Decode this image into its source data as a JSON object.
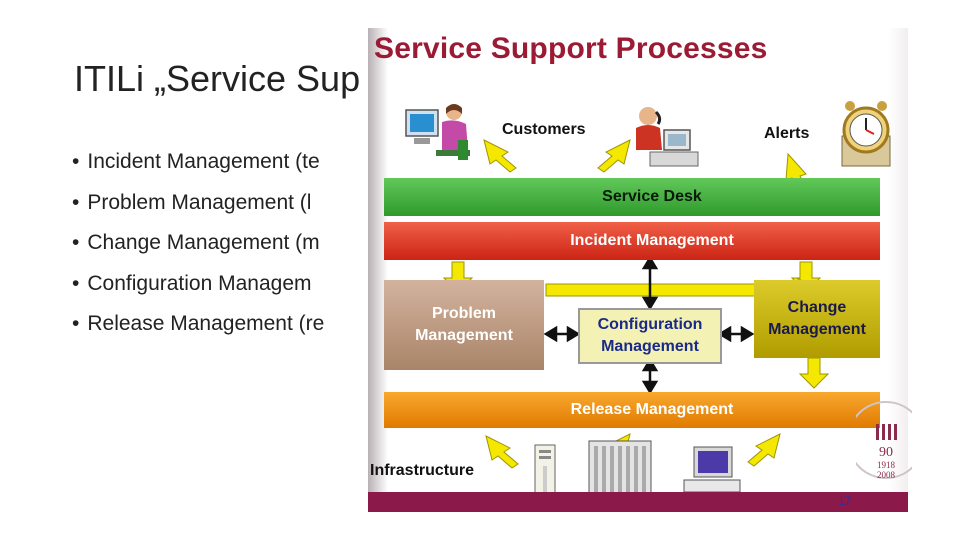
{
  "slide": {
    "title": "ITILi „Service Sup",
    "bullets": [
      "Incident Management (te",
      "Problem Management (l",
      "Change Management (m",
      "Configuration Managem",
      "Release Management (re"
    ]
  },
  "figure": {
    "title": "Service Support Processes",
    "customers": "Customers",
    "alerts": "Alerts",
    "service_desk": "Service Desk",
    "incident": "Incident Management",
    "problem_line1": "Problem",
    "problem_line2": "Management",
    "configuration_line1": "Configuration",
    "configuration_line2": "Management",
    "change_line1": "Change",
    "change_line2": "Management",
    "release": "Release Management",
    "infrastructure": "Infrastructure",
    "seal_text": "90",
    "seal_years_1": "1918",
    "seal_years_2": "2008",
    "page_number": "17"
  },
  "colors": {
    "figure_title": "#9b1b34",
    "service_desk": "#3fae3a",
    "incident": "#e0301e",
    "problem": "#c4a08a",
    "configuration": "#f2f0a8",
    "change": "#c8b400",
    "release": "#f08a00",
    "arrow": "#f5e800",
    "footer": "#8b1a4a"
  }
}
